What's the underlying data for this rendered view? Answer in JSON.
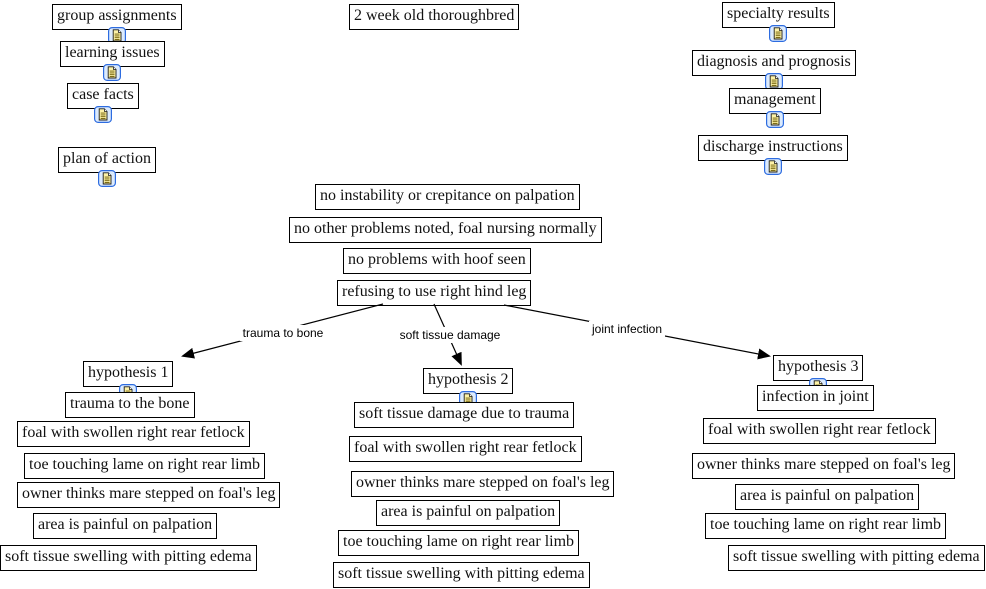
{
  "patient_node": {
    "label": "2 week old thoroughbred"
  },
  "course_nodes": [
    {
      "label": "group assignments",
      "has_attachment": true
    },
    {
      "label": "learning issues",
      "has_attachment": true
    },
    {
      "label": "case facts",
      "has_attachment": true
    },
    {
      "label": "plan of action",
      "has_attachment": true
    }
  ],
  "workflow_nodes": [
    {
      "label": "specialty results",
      "has_attachment": true
    },
    {
      "label": "diagnosis and prognosis",
      "has_attachment": true
    },
    {
      "label": "management",
      "has_attachment": true
    },
    {
      "label": "discharge instructions",
      "has_attachment": true
    }
  ],
  "findings_nodes": [
    {
      "label": "no instability or crepitance on palpation"
    },
    {
      "label": "no other problems noted, foal nursing normally"
    },
    {
      "label": "no problems with hoof seen"
    },
    {
      "label": "refusing to use right hind leg"
    }
  ],
  "links": [
    {
      "label": "trauma to bone"
    },
    {
      "label": "soft tissue damage"
    },
    {
      "label": "joint infection"
    }
  ],
  "hypotheses": [
    {
      "title": "hypothesis 1",
      "has_attachment": true,
      "evidence": [
        "trauma to the bone",
        "foal with swollen right rear fetlock",
        "toe touching lame on right rear limb",
        "owner thinks mare stepped on foal's leg",
        "area is painful on palpation",
        "soft tissue swelling with pitting edema"
      ]
    },
    {
      "title": "hypothesis 2",
      "has_attachment": true,
      "evidence": [
        "soft tissue damage due to trauma",
        "foal with swollen right rear fetlock",
        "owner thinks mare stepped on foal's leg",
        "area is painful on palpation",
        "toe touching lame on right rear limb",
        "soft tissue swelling with pitting edema"
      ]
    },
    {
      "title": "hypothesis 3",
      "has_attachment": true,
      "evidence": [
        "infection in joint",
        "foal with swollen right rear fetlock",
        "owner thinks mare stepped on foal's leg",
        "area is painful on palpation",
        "toe touching lame on right rear limb",
        "soft tissue swelling with pitting edema"
      ]
    }
  ],
  "icons": {
    "attachment": "document-attachment-icon"
  },
  "colors": {
    "background": "#ffffff",
    "node_border": "#000000",
    "node_text": "#111111",
    "connector": "#000000",
    "attachment_frame": "#2d6ce0",
    "attachment_frame_fill": "#dcebfd",
    "attachment_page_fill": "#fdf2a7"
  }
}
